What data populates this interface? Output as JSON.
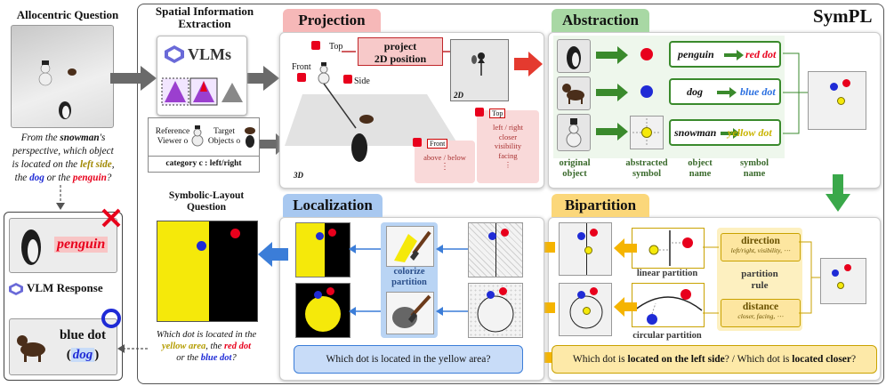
{
  "left": {
    "title": "Allocentric Question",
    "question_lines": [
      {
        "parts": [
          {
            "t": "From the ",
            "s": "it"
          },
          {
            "t": "snowman",
            "s": "bi"
          },
          {
            "t": "'s",
            "s": "it"
          }
        ]
      },
      {
        "parts": [
          {
            "t": "perspective, which object",
            "s": "it"
          }
        ]
      },
      {
        "parts": [
          {
            "t": "is located on the ",
            "s": "it"
          },
          {
            "t": "left side",
            "s": "olive"
          },
          {
            "t": ",",
            "s": "it"
          }
        ]
      },
      {
        "parts": [
          {
            "t": "the ",
            "s": "it"
          },
          {
            "t": "dog",
            "s": "blue"
          },
          {
            "t": " or the ",
            "s": "it"
          },
          {
            "t": "penguin",
            "s": "red"
          },
          {
            "t": "?",
            "s": "it"
          }
        ]
      }
    ],
    "wrong_answer": "penguin",
    "vlm_response_label": "VLM Response",
    "correct_answer_line1": "blue dot",
    "correct_answer_line2_open": "(",
    "correct_answer_word": "dog",
    "correct_answer_line2_close": ")"
  },
  "extraction": {
    "title_line1": "Spatial Information",
    "title_line2": "Extraction",
    "vlm_label": "VLMs",
    "reference_line1": "Reference",
    "reference_line2": "Viewer o",
    "target_line1": "Target",
    "target_line2": "Objects o",
    "category": "category c : left/right"
  },
  "sympl_title": "SymPL",
  "projection": {
    "title": "Projection",
    "top": "Top",
    "front": "Front",
    "side": "Side",
    "project_line1": "project",
    "project_line2": "2D position",
    "label_3d": "3D",
    "label_2d": "2D",
    "card_front_tag": "Front",
    "card_front_text": "above / below",
    "card_top_tag": "Top",
    "card_top_lines": [
      "left / right",
      "closer",
      "visibility",
      "facing"
    ],
    "ellipsis": "⋮"
  },
  "abstraction": {
    "title": "Abstraction",
    "rows": [
      {
        "name": "penguin",
        "symbol": "red dot",
        "symbol_color": "#e8001c"
      },
      {
        "name": "dog",
        "symbol": "blue dot",
        "symbol_color": "#2a6fe0"
      },
      {
        "name": "snowman",
        "symbol": "yellow dot",
        "symbol_color": "#c9b400"
      }
    ],
    "captions": [
      [
        "original",
        "object"
      ],
      [
        "abstracted",
        "symbol"
      ],
      [
        "object",
        "name"
      ],
      [
        "symbol",
        "name"
      ]
    ]
  },
  "localization": {
    "title": "Localization",
    "colorize_line1": "colorize",
    "colorize_line2": "partition",
    "question": "Which dot is located in the yellow area?"
  },
  "bipartition": {
    "title": "Bipartition",
    "linear_label": "linear partition",
    "circular_label": "circular partition",
    "direction_title": "direction",
    "direction_sub": "left/right, visibility, ⋯",
    "partition_rule_line1": "partition",
    "partition_rule_line2": "rule",
    "distance_title": "distance",
    "distance_sub": "closer, facing, ⋯",
    "question_prefix": "Which dot is ",
    "question_b1": "located on the left side",
    "question_mid": "? / Which dot is ",
    "question_b2": "located closer",
    "question_end": "?"
  },
  "symbolic": {
    "title_line1": "Symbolic-Layout",
    "title_line2": "Question",
    "q_line1": "Which dot is located in the",
    "q_yellow": "yellow area",
    "q_comma": ", the ",
    "q_red": "red dot",
    "q_or": "or the ",
    "q_blue": "blue dot",
    "q_end": "?"
  },
  "colors": {
    "projection_header": "#f6b8b8",
    "abstraction_header": "#a8d8a4",
    "localization_header": "#a8c8f0",
    "bipartition_header": "#fbd77a",
    "green_arrow": "#3a8a2c",
    "orange_arrow": "#f5b400",
    "blue_arrow": "#3b7dd8",
    "red_arrow": "#e43a2f",
    "gray_arrow": "#6a6a6a"
  }
}
